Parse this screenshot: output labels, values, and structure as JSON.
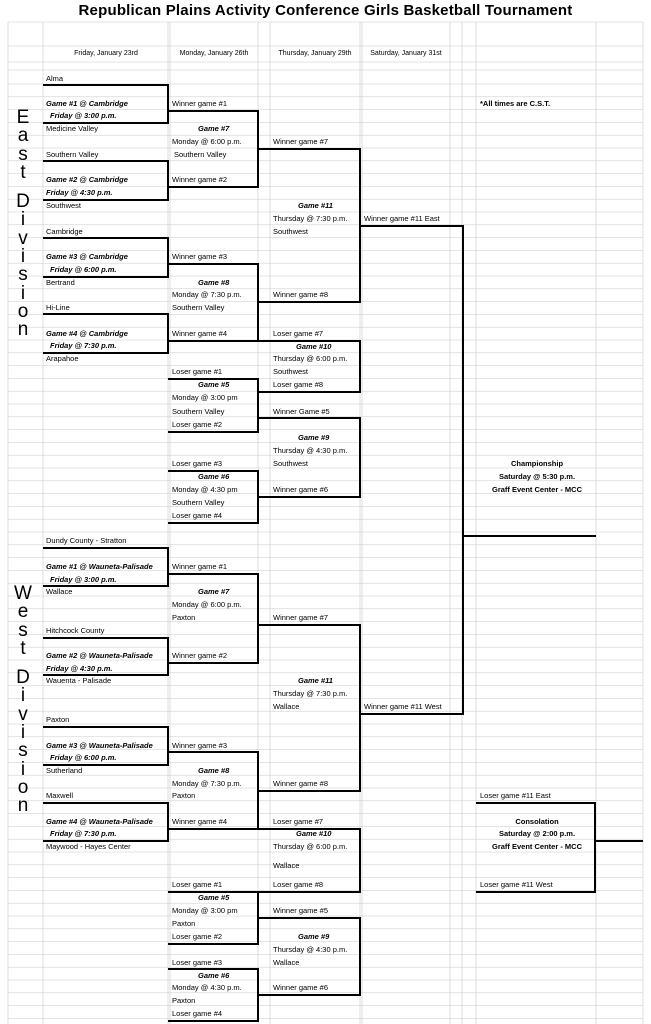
{
  "title": "Republican Plains Activity Conference Girls Basketball Tournament",
  "date_headers": [
    "Friday, January 23rd",
    "Monday, January 26th",
    "Thursday, January 29th",
    "Saturday, January 31st"
  ],
  "east_label": "East Division",
  "west_label": "West Division",
  "note": "*All times are C.S.T.",
  "east": {
    "round1": [
      {
        "top": "Alma",
        "game": "Game #1 @ Cambridge",
        "time": "Friday @ 3:00 p.m.",
        "bottom": "Medicine Valley"
      },
      {
        "top": "Southern Valley",
        "game": "Game #2 @ Cambridge",
        "time": "Friday @ 4:30 p.m.",
        "bottom": "Southwest"
      },
      {
        "top": "Cambridge",
        "game": "Game #3  @ Cambridge",
        "time": "Friday @ 6:00 p.m.",
        "bottom": "Bertrand"
      },
      {
        "top": "Hi-Line",
        "game": "Game #4  @ Cambridge",
        "time": "Friday @ 7:30 p.m.",
        "bottom": "Arapahoe"
      }
    ],
    "round2": [
      {
        "top": "Winner game #1",
        "game": "Game #7",
        "time": "Monday @ 6:00 p.m.",
        "bottom": "Southern Valley",
        "winner": "Winner game #2"
      },
      {
        "top": "Winner game #3",
        "game": "Game #8",
        "time": "Monday @ 7:30 p.m.",
        "bottom": "Southern Valley",
        "winner": "Winner game #4"
      }
    ],
    "semi": {
      "top": "Winner game #7",
      "game": "Game #11",
      "time": "Thursday @ 7:30 p.m.",
      "bottom": "Southwest",
      "winner": "Winner game #8",
      "final": "Winner game #11 East"
    },
    "consolation": [
      {
        "top": "Loser game #1",
        "game": "Game #5",
        "time": "Monday @ 3:00 pm",
        "bottom": "Southern Valley",
        "loser": "Loser game #2"
      },
      {
        "top": "Loser game #3",
        "game": "Game #6",
        "time": "Monday @ 4:30 pm",
        "bottom": "Southern Valley",
        "loser": "Loser game #4"
      }
    ],
    "cons_semi": [
      {
        "top": "Loser game #7",
        "game": "Game #10",
        "time": "Thursday @ 6:00 p.m.",
        "bottom": "Southwest",
        "loser": "Loser game #8"
      },
      {
        "top": "Winner Game #5",
        "game": "Game #9",
        "time": "Thursday @ 4:30 p.m.",
        "bottom": "Southwest",
        "loser": "Winner game #6"
      }
    ]
  },
  "west": {
    "round1": [
      {
        "top": "Dundy County - Stratton",
        "game": "Game #1 @ Wauneta-Palisade",
        "time": "Friday @ 3:00 p.m.",
        "bottom": "Wallace"
      },
      {
        "top": "Hitchcock County",
        "game": "Game #2 @ Wauneta-Palisade",
        "time": "Friday @ 4:30 p.m.",
        "bottom": "Wauenta - Palisade"
      },
      {
        "top": "Paxton",
        "game": "Game #3 @ Wauneta-Palisade",
        "time": "Friday @ 6:00 p.m.",
        "bottom": "Sutherland"
      },
      {
        "top": "Maxwell",
        "game": "Game #4 @ Wauneta-Palisade",
        "time": "Friday @ 7:30 p.m.",
        "bottom": "Maywood - Hayes Center"
      }
    ],
    "round2": [
      {
        "top": "Winner game #1",
        "game": "Game #7",
        "time": "Monday @ 6:00 p.m.",
        "bottom": "Paxton",
        "winner": "Winner game #2"
      },
      {
        "top": "Winner game #3",
        "game": "Game #8",
        "time": "Monday @ 7:30 p.m.",
        "bottom": "Paxton",
        "winner": "Winner game #4"
      }
    ],
    "semi": {
      "top": "Winner game #7",
      "game": "Game #11",
      "time": "Thursday @ 7:30 p.m.",
      "bottom": "Wallace",
      "winner": "Winner game #8",
      "final": "Winner game #11 West"
    },
    "consolation": [
      {
        "top": "Loser game #1",
        "game": "Game #5",
        "time": "Monday @ 3:00 pm",
        "bottom": "Paxton",
        "loser": "Loser game #2"
      },
      {
        "top": "Loser game #3",
        "game": "Game #6",
        "time": "Monday @ 4:30 p.m.",
        "bottom": "Paxton",
        "loser": "Loser game #4"
      }
    ],
    "cons_semi": [
      {
        "top": "Loser game #7",
        "game": "Game #10",
        "time": "Thursday @ 6:00 p.m.",
        "bottom": "Wallace",
        "loser": "Loser game #8"
      },
      {
        "top": "Winner game #5",
        "game": "Game #9",
        "time": "Thursday @ 4:30 p.m.",
        "bottom": "Wallace",
        "loser": "Winner game #6"
      }
    ]
  },
  "championship": {
    "title": "Championship",
    "time": "Saturday @ 5:30 p.m.",
    "venue": "Graff Event Center - MCC"
  },
  "consolation_final": {
    "east": "Loser game #11 East",
    "title": "Consolation",
    "time": "Saturday @ 2:00 p.m.",
    "venue": "Graff Event Center - MCC",
    "west": "Loser game #11 West"
  }
}
